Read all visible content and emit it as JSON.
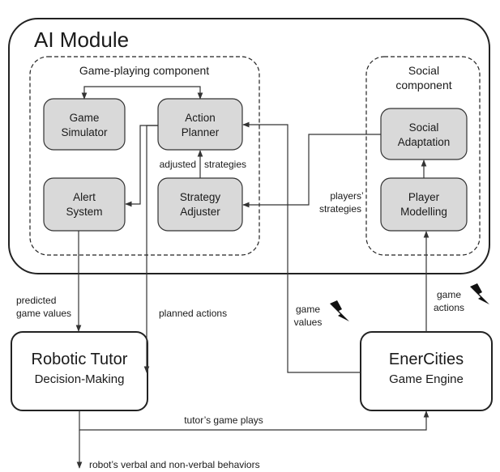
{
  "module": {
    "title": "AI Module"
  },
  "game_playing": {
    "title": "Game-playing component",
    "game_simulator": [
      "Game",
      "Simulator"
    ],
    "action_planner": [
      "Action",
      "Planner"
    ],
    "alert_system": [
      "Alert",
      "System"
    ],
    "strategy_adjuster": [
      "Strategy",
      "Adjuster"
    ],
    "adjusted_label": "adjusted",
    "strategies_label": "strategies"
  },
  "social": {
    "title": [
      "Social",
      "component"
    ],
    "social_adaptation": [
      "Social",
      "Adaptation"
    ],
    "player_modelling": [
      "Player",
      "Modelling"
    ]
  },
  "robotic_tutor": {
    "title": "Robotic Tutor",
    "subtitle": "Decision-Making"
  },
  "enercities": {
    "title": "EnerCities",
    "subtitle": "Game Engine"
  },
  "edge_labels": {
    "players_strategies": [
      "players’",
      "strategies"
    ],
    "predicted_game_values": [
      "predicted",
      "game values"
    ],
    "planned_actions": "planned actions",
    "game_values": [
      "game",
      "values"
    ],
    "game_actions": [
      "game",
      "actions"
    ],
    "tutors_game_plays": "tutor’s game plays",
    "robot_behaviors": "robot’s verbal and non-verbal behaviors"
  },
  "colors": {
    "box_fill": "#d9d9d9",
    "stroke": "#333333",
    "bolt": "#111111"
  }
}
